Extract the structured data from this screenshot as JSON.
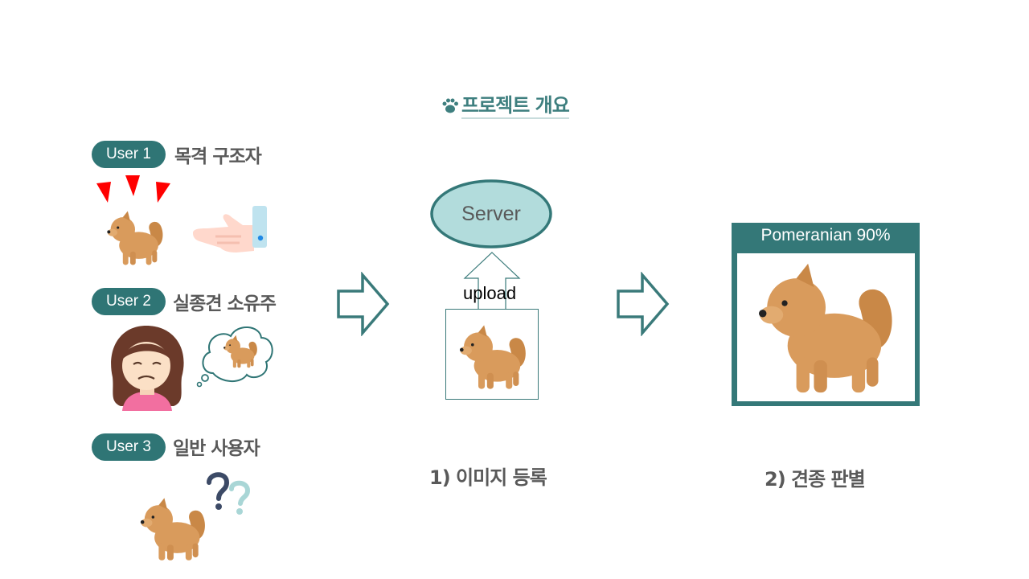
{
  "title": {
    "icon": "paw-icon",
    "text": "프로젝트 개요"
  },
  "users": [
    {
      "badge": "User 1",
      "role": "목격 구조자"
    },
    {
      "badge": "User 2",
      "role": "실종견 소유주"
    },
    {
      "badge": "User 3",
      "role": "일반 사용자"
    }
  ],
  "server": {
    "label": "Server"
  },
  "upload": {
    "label": "upload"
  },
  "steps": [
    {
      "label": "1) 이미지 등록"
    },
    {
      "label": "2) 견종 판별"
    }
  ],
  "result": {
    "label": "Pomeranian  90%"
  },
  "colors": {
    "teal_dark": "#2f7575",
    "teal_light": "#a9d6d6",
    "dog": "#d99b5c",
    "alert": "#ff0000"
  }
}
